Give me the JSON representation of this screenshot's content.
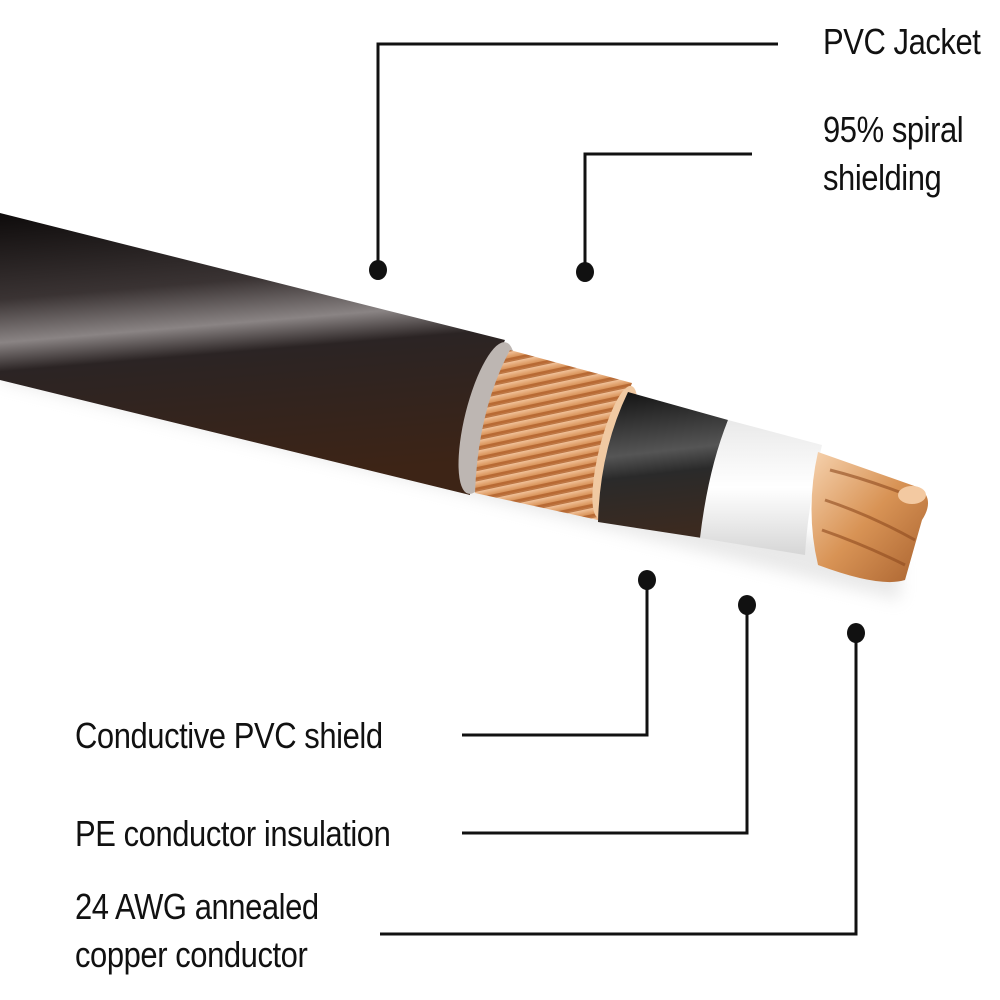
{
  "diagram": {
    "type": "cable cross-section cutaway",
    "subject": "Shielded audio cable construction",
    "colors": {
      "jacket": "#1a1414",
      "spiral_shield": "#e8a774",
      "conductive_pvc": "#222222",
      "pe_insulation": "#f2f2f2",
      "copper_conductor": "#d99a66",
      "leader_lines": "#111111",
      "background": "#ffffff"
    }
  },
  "labels": {
    "pvc_jacket": "PVC Jacket",
    "spiral_shielding_line1": "95% spiral",
    "spiral_shielding_line2": "shielding",
    "conductive_pvc_shield": "Conductive PVC shield",
    "pe_insulation": "PE conductor insulation",
    "copper_line1": "24 AWG annealed",
    "copper_line2": "copper conductor"
  }
}
